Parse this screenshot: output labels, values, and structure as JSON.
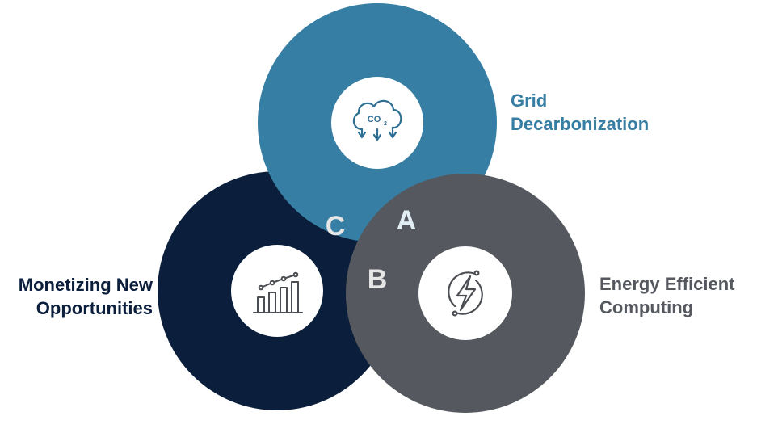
{
  "segments": [
    {
      "id": "A",
      "letter": "A",
      "label_lines": [
        "Grid",
        "Decarbonization"
      ],
      "icon": "co2-cloud-icon",
      "color": "#367ea3"
    },
    {
      "id": "B",
      "letter": "B",
      "label_lines": [
        "Energy Efficient",
        "Computing"
      ],
      "icon": "lightning-bolt-icon",
      "color": "#55595f"
    },
    {
      "id": "C",
      "letter": "C",
      "label_lines": [
        "Monetizing New",
        "Opportunities"
      ],
      "icon": "growth-chart-icon",
      "color": "#0b1e3b"
    }
  ],
  "icon_text": {
    "co2": "CO",
    "co2_sub": "2"
  },
  "colors": {
    "letter_a": "#e3edf4",
    "letter_b": "#e6e6e6",
    "letter_c": "#e6e6e6",
    "icon_stroke": "#4a4d52",
    "co2_stroke": "#2f6f94"
  }
}
